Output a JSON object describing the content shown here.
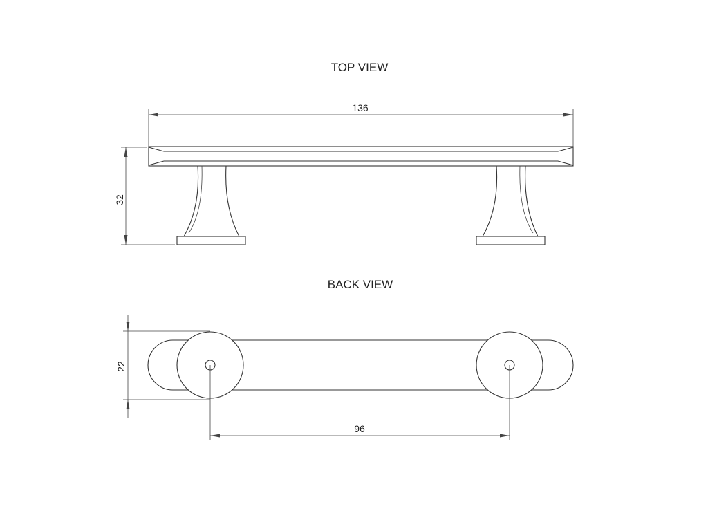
{
  "views": {
    "top": {
      "title": "TOP VIEW"
    },
    "back": {
      "title": "BACK VIEW"
    }
  },
  "dimensions": {
    "overall_length": "136",
    "height": "32",
    "width": "22",
    "hole_spacing": "96"
  },
  "colors": {
    "line": "#333333",
    "background": "#ffffff"
  }
}
